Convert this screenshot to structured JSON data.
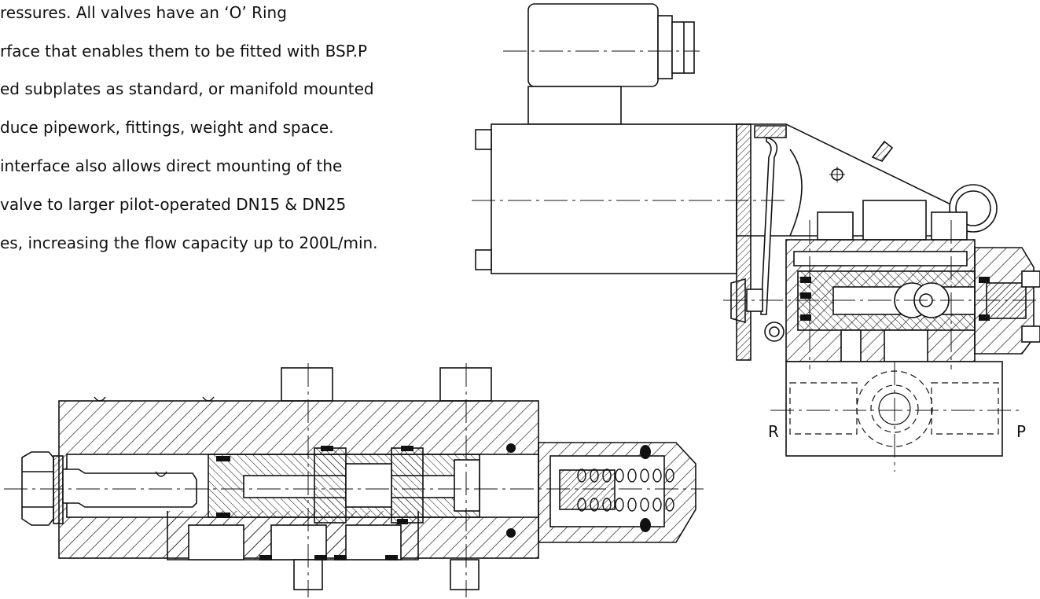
{
  "text": {
    "lines": [
      "ressures. All valves have an ‘O’ Ring",
      "rface that enables them to be fitted with BSP.P",
      "ed subplates as standard, or manifold mounted",
      "duce pipework, fittings, weight and space.",
      " interface also allows direct mounting of the",
      " valve to larger pilot-operated DN15 & DN25",
      "es, increasing the flow capacity up to 200L/min."
    ]
  },
  "diagram": {
    "port_labels": {
      "left": "R",
      "right": "P"
    }
  }
}
